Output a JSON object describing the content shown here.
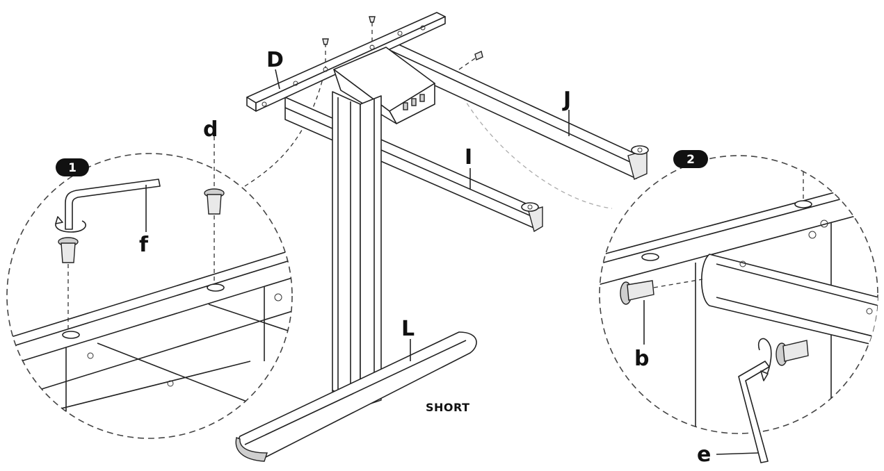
{
  "labels": {
    "D": "D",
    "J": "J",
    "I": "I",
    "L": "L",
    "d": "d",
    "f": "f",
    "b": "b",
    "e": "e",
    "short": "SHORT"
  },
  "steps": {
    "step1": "1",
    "step2": "2"
  }
}
